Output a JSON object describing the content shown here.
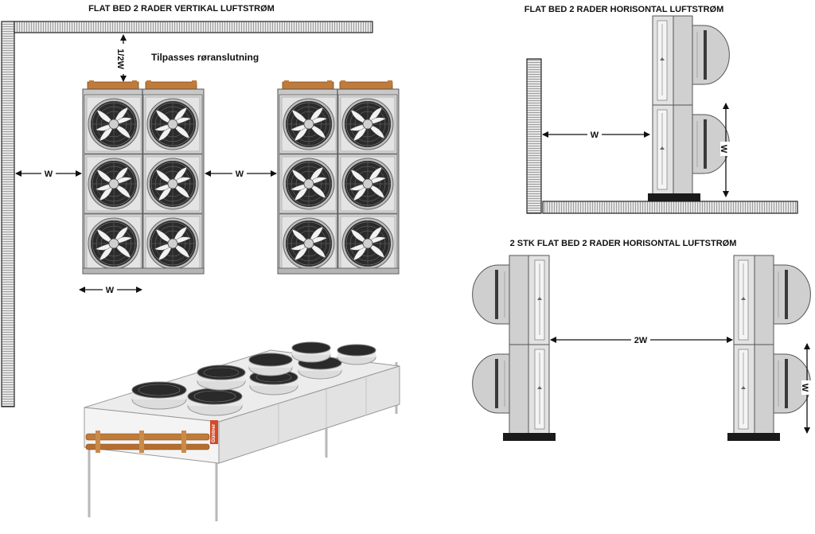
{
  "titles": {
    "vertical": "FLAT BED 2 RADER VERTIKAL LUFTSTRØM",
    "horizontal": "FLAT BED 2 RADER HORISONTAL LUFTSTRØM",
    "two_units": "2 STK FLAT BED 2 RADER HORISONTAL LUFTSTRØM"
  },
  "notes": {
    "pipe_adjust": "Tilpasses røranslutning"
  },
  "dimensions": {
    "half_w": "1/2W",
    "w": "W",
    "two_w": "2W"
  },
  "product": {
    "brand_badge": "Güntner"
  },
  "colors": {
    "wall_hatch": "#888888",
    "wall_fill": "#d8d8d8",
    "unit_frame": "#d4d4d4",
    "copper": "#c07a3a",
    "base_block": "#1a1a1a"
  }
}
